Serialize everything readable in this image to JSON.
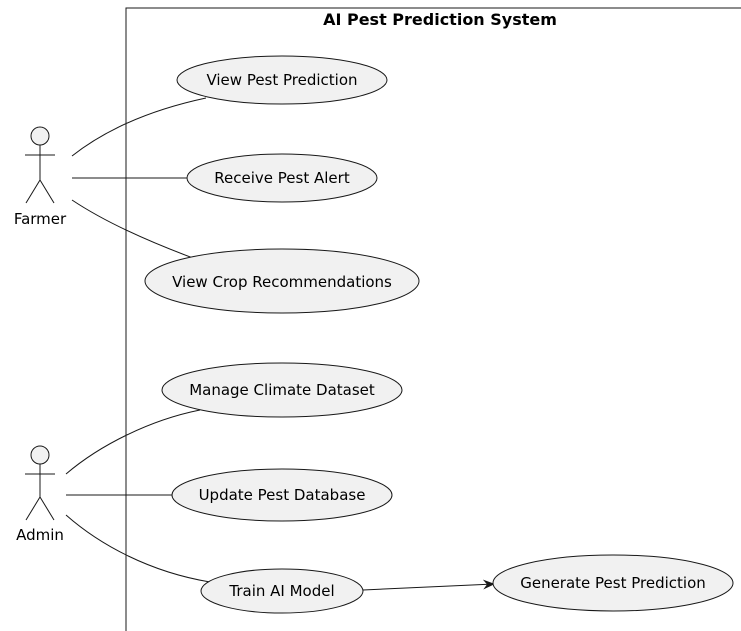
{
  "system": {
    "title": "AI Pest Prediction System"
  },
  "actors": {
    "farmer": "Farmer",
    "admin": "Admin"
  },
  "use_cases": {
    "view_pest_prediction": "View Pest Prediction",
    "receive_pest_alert": "Receive Pest Alert",
    "view_crop_recommendations": "View Crop Recommendations",
    "manage_climate_dataset": "Manage Climate Dataset",
    "update_pest_database": "Update Pest Database",
    "train_ai_model": "Train AI Model",
    "generate_pest_prediction": "Generate Pest Prediction"
  },
  "colors": {
    "use_case_fill": "#f1f1f1",
    "stroke": "#181818"
  }
}
